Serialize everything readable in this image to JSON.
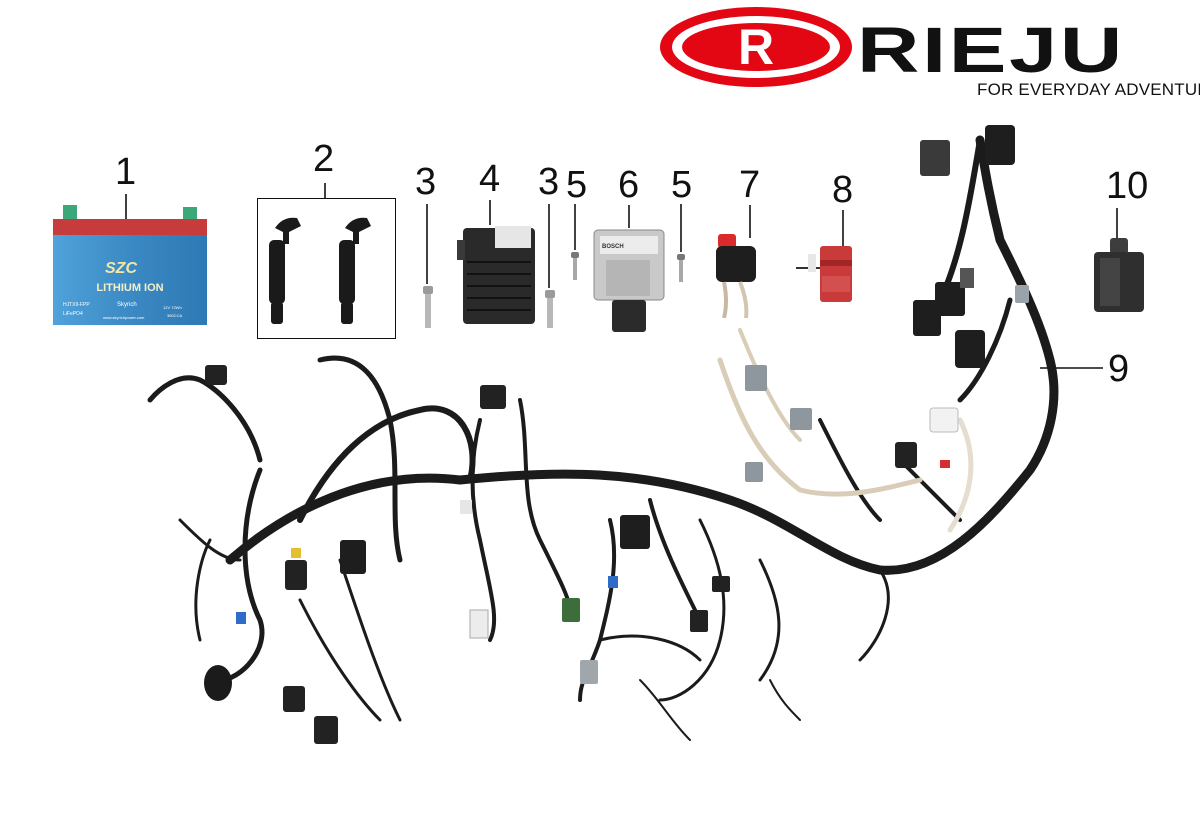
{
  "header": {
    "brand_name": "RIEJU",
    "logo_letter": "R",
    "tagline": "FOR EVERYDAY ADVENTURE",
    "brand_color": "#e30613"
  },
  "callouts": [
    "1",
    "2",
    "3",
    "4",
    "3",
    "5",
    "6",
    "5",
    "7",
    "8",
    "10",
    "9"
  ],
  "parts": {
    "battery": {
      "brand": "SZC",
      "label": "LITHIUM ION",
      "model": "HJTX9-FPP",
      "maker": "Skyrich",
      "chem": "LiFePO4",
      "rating": "12V 72Wh",
      "cca": "360CCA",
      "site": "www.skyrichpower.com"
    },
    "ecu": {
      "maker": "BOSCH"
    }
  }
}
